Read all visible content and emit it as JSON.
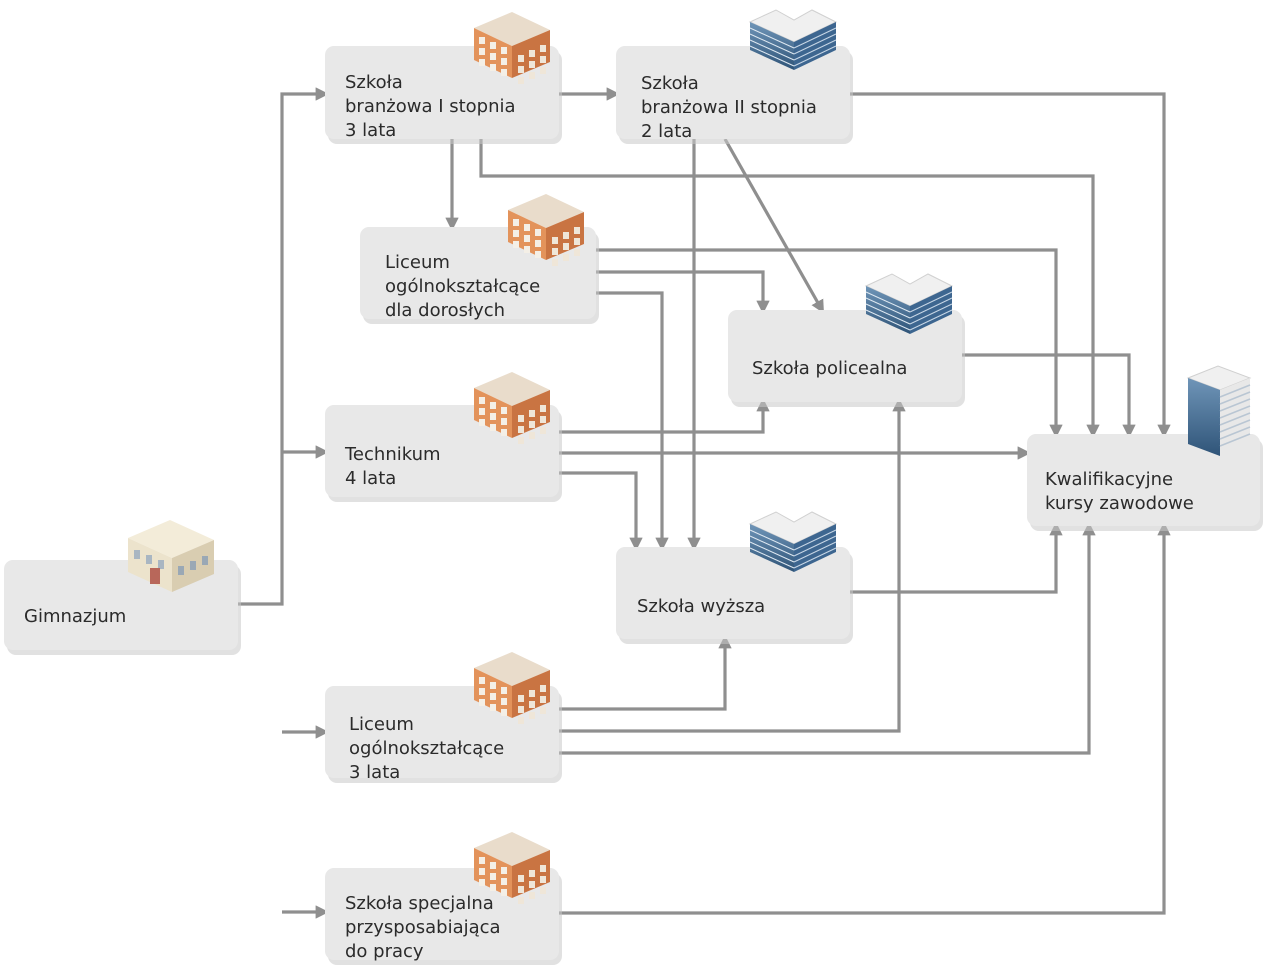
{
  "nodes": {
    "gimnazjum": {
      "lines": [
        "Gimnazjum"
      ],
      "icon": "classic-building-icon"
    },
    "branzowa1": {
      "lines": [
        "Szkoła",
        "branżowa I stopnia",
        "3 lata"
      ],
      "icon": "brick-building-icon"
    },
    "branzowa2": {
      "lines": [
        "Szkoła",
        "branżowa II stopnia",
        "2 lata"
      ],
      "icon": "glass-office-building-icon"
    },
    "liceum_dorosli": {
      "lines": [
        "Liceum",
        "ogólnokształcące",
        "dla dorosłych"
      ],
      "icon": "brick-building-icon"
    },
    "policealna": {
      "lines": [
        "Szkoła policealna"
      ],
      "icon": "glass-office-building-icon"
    },
    "technikum": {
      "lines": [
        "Technikum",
        "4 lata"
      ],
      "icon": "brick-building-icon"
    },
    "kursy": {
      "lines": [
        "Kwalifikacyjne",
        "kursy zawodowe"
      ],
      "icon": "tower-building-icon"
    },
    "wyzsza": {
      "lines": [
        "Szkoła wyższa"
      ],
      "icon": "glass-office-building-icon"
    },
    "liceum": {
      "lines": [
        "Liceum",
        "ogólnokształcące",
        "3 lata"
      ],
      "icon": "brick-building-icon"
    },
    "specjalna": {
      "lines": [
        "Szkoła specjalna",
        "przysposabiająca",
        "do pracy"
      ],
      "icon": "brick-building-icon"
    }
  },
  "edges": [
    {
      "from": "gimnazjum",
      "to": "branzowa1"
    },
    {
      "from": "gimnazjum",
      "to": "technikum"
    },
    {
      "from": "gimnazjum",
      "to": "liceum"
    },
    {
      "from": "gimnazjum",
      "to": "specjalna"
    },
    {
      "from": "branzowa1",
      "to": "branzowa2"
    },
    {
      "from": "branzowa1",
      "to": "liceum_dorosli"
    },
    {
      "from": "branzowa1",
      "to": "kursy"
    },
    {
      "from": "branzowa2",
      "to": "kursy"
    },
    {
      "from": "branzowa2",
      "to": "policealna"
    },
    {
      "from": "branzowa2",
      "to": "wyzsza"
    },
    {
      "from": "liceum_dorosli",
      "to": "kursy"
    },
    {
      "from": "liceum_dorosli",
      "to": "policealna"
    },
    {
      "from": "liceum_dorosli",
      "to": "wyzsza"
    },
    {
      "from": "policealna",
      "to": "kursy"
    },
    {
      "from": "technikum",
      "to": "policealna"
    },
    {
      "from": "technikum",
      "to": "kursy"
    },
    {
      "from": "technikum",
      "to": "wyzsza"
    },
    {
      "from": "wyzsza",
      "to": "kursy"
    },
    {
      "from": "liceum",
      "to": "wyzsza"
    },
    {
      "from": "liceum",
      "to": "policealna"
    },
    {
      "from": "liceum",
      "to": "kursy"
    },
    {
      "from": "specjalna",
      "to": "kursy"
    }
  ]
}
